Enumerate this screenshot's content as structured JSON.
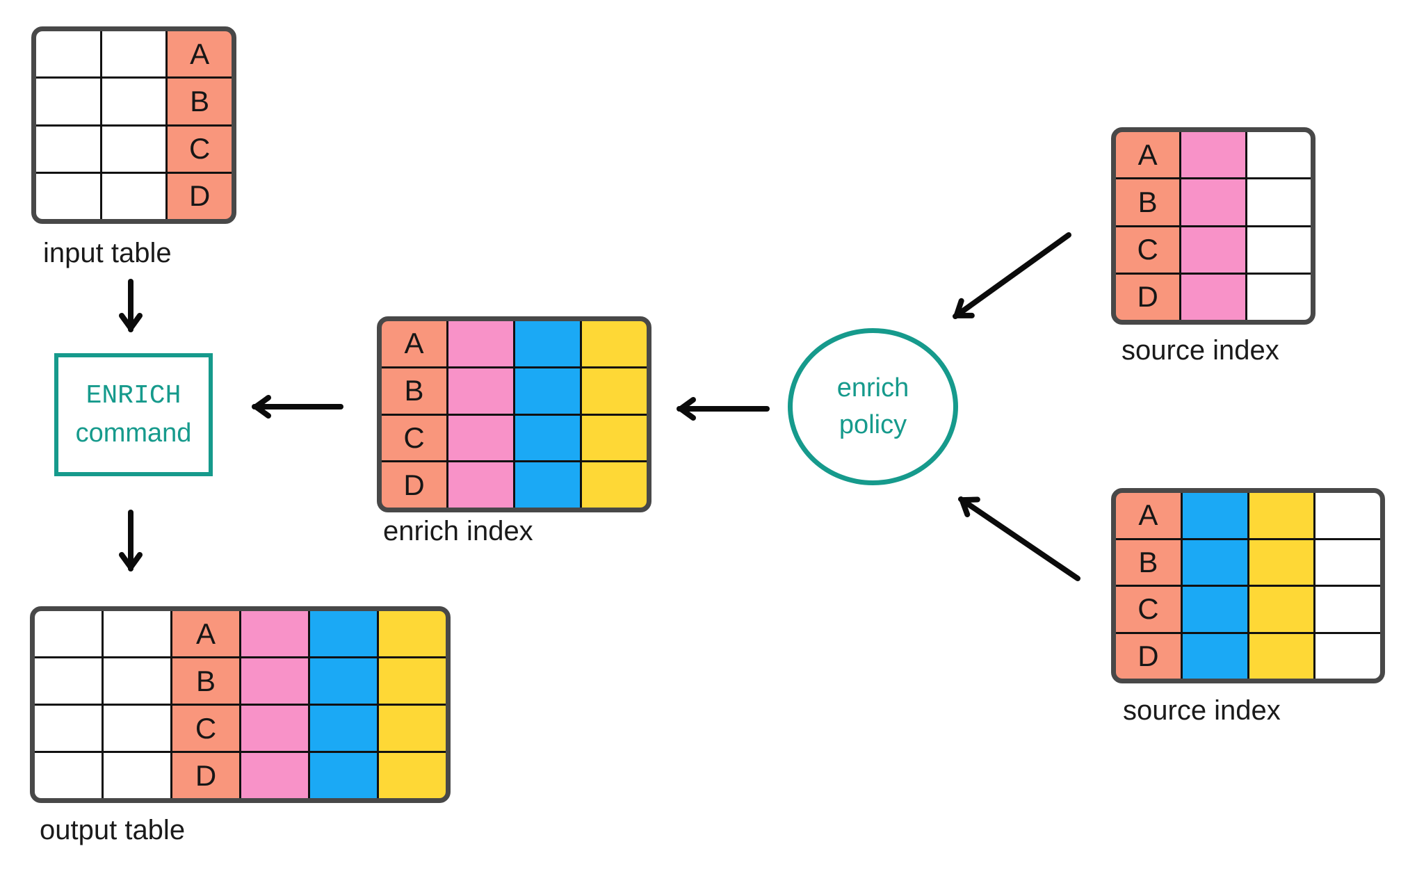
{
  "diagram": {
    "colors": {
      "salmon": "#f9967c",
      "pink": "#f892c8",
      "blue": "#1ba9f5",
      "yellow": "#fed836",
      "teal": "#169a8c",
      "table_border": "#484848",
      "grid_line": "#111111",
      "arrow": "#0b0b0b",
      "text": "#1a1a1a"
    },
    "row_letters": [
      "A",
      "B",
      "C",
      "D"
    ],
    "nodes": {
      "input_table": {
        "label": "input table",
        "columns": [
          "blank",
          "blank",
          "key"
        ]
      },
      "enrich_command": {
        "line1": "ENRICH",
        "line2": "command"
      },
      "output_table": {
        "label": "output table",
        "columns": [
          "blank",
          "blank",
          "key",
          "pink",
          "blue",
          "yellow"
        ]
      },
      "enrich_index": {
        "label": "enrich index",
        "columns": [
          "key",
          "pink",
          "blue",
          "yellow"
        ]
      },
      "enrich_policy": {
        "line1": "enrich",
        "line2": "policy"
      },
      "source_index_top": {
        "label": "source index",
        "columns": [
          "key",
          "pink",
          "blank"
        ]
      },
      "source_index_bottom": {
        "label": "source index",
        "columns": [
          "key",
          "blue",
          "yellow",
          "blank"
        ]
      }
    }
  }
}
